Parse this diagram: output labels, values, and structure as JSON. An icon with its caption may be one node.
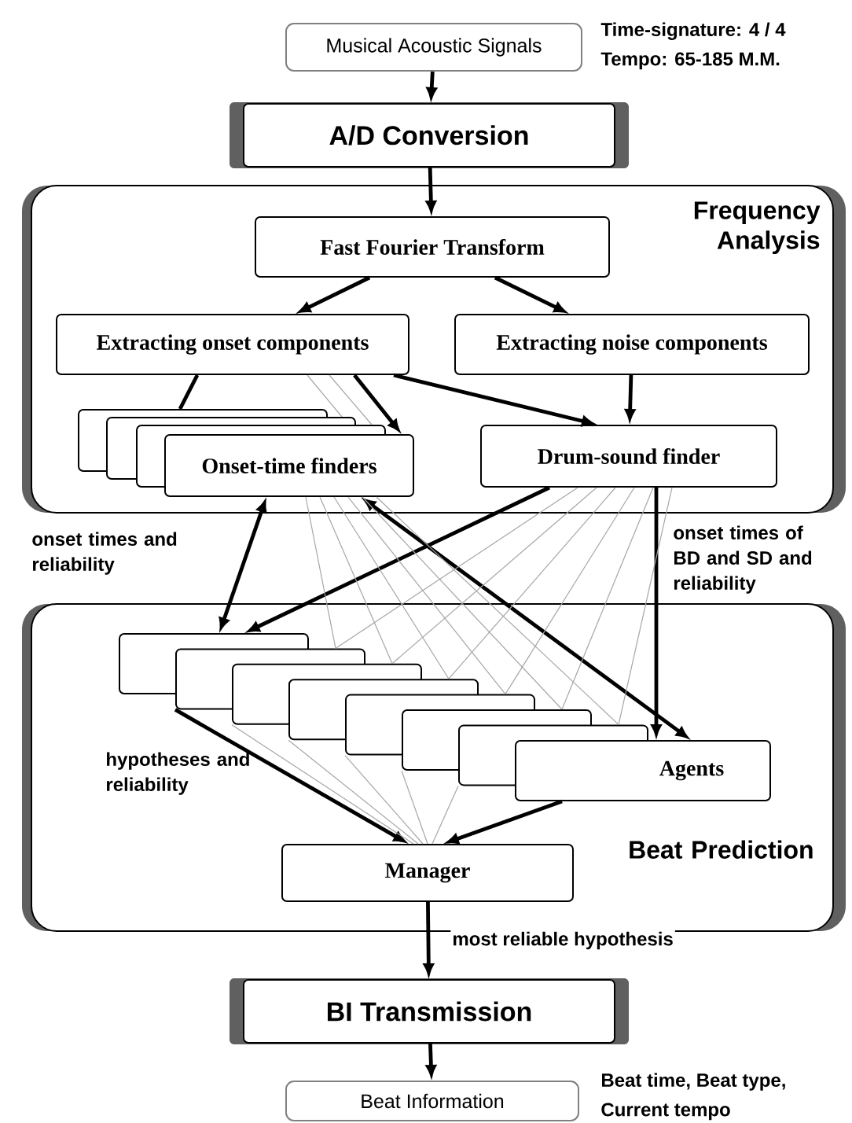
{
  "diagram": {
    "nodes": [
      {
        "text": [
          "Musical Acoustic Signals"
        ],
        "beside": [
          "Time-signature: 4 / 4",
          "Tempo: 65-185 M.M."
        ]
      },
      {
        "text": [
          "A/D Conversion"
        ]
      },
      {
        "text": [
          "Frequency Analysis"
        ]
      },
      {
        "text": [
          "Fast Fourier Transform"
        ],
        "in": 2
      },
      {
        "text": [
          "Extracting onset components"
        ],
        "in": 2
      },
      {
        "text": [
          "Extracting noise components"
        ],
        "in": 2
      },
      {
        "text": [],
        "shape": "box",
        "in": 2
      },
      {
        "text": [],
        "shape": "box",
        "in": 2
      },
      {
        "text": [],
        "shape": "box",
        "in": 2
      },
      {
        "text": [
          "Onset-time finders"
        ],
        "in": 2
      },
      {
        "text": [
          "Drum-sound finder"
        ],
        "in": 2
      },
      {
        "text": [
          "Beat Prediction"
        ]
      },
      {
        "text": [],
        "shape": "box",
        "in": 11
      },
      {
        "text": [],
        "shape": "box",
        "in": 11
      },
      {
        "text": [],
        "shape": "box",
        "in": 11
      },
      {
        "text": [],
        "shape": "box",
        "in": 11
      },
      {
        "text": [],
        "shape": "box",
        "in": 11
      },
      {
        "text": [],
        "shape": "box",
        "in": 11
      },
      {
        "text": [],
        "shape": "box",
        "in": 11
      },
      {
        "text": [
          "Agents"
        ],
        "in": 11
      },
      {
        "text": [
          "Manager"
        ],
        "in": 11
      },
      {
        "text": [
          "BI Transmission"
        ]
      },
      {
        "text": [
          "Beat Information"
        ],
        "beside": [
          "Beat time, Beat type,",
          "Current tempo"
        ]
      }
    ],
    "edges": [
      {
        "from": 0,
        "to": 1,
        "arrow": "to",
        "style": "thick",
        "color": "#000000"
      },
      {
        "from": 1,
        "to": 3,
        "arrow": "to",
        "style": "thick",
        "color": "#000000"
      },
      {
        "from": 3,
        "to": 4,
        "arrow": "to",
        "style": "thick",
        "color": "#000000"
      },
      {
        "from": 3,
        "to": 5,
        "arrow": "to",
        "style": "thick",
        "color": "#000000"
      },
      {
        "from": 4,
        "to": 6,
        "arrow": "none",
        "style": "thick",
        "color": "#000000"
      },
      {
        "from": 4,
        "to": 7,
        "arrow": "none"
      },
      {
        "from": 4,
        "to": 8,
        "arrow": "none"
      },
      {
        "from": 4,
        "to": 9,
        "arrow": "to",
        "style": "thick",
        "color": "#000000"
      },
      {
        "from": 4,
        "to": 10,
        "arrow": "to",
        "style": "thick",
        "color": "#000000"
      },
      {
        "from": 5,
        "to": 10,
        "arrow": "to",
        "style": "thick",
        "color": "#000000"
      },
      {
        "from": 9,
        "to": 12,
        "arrow": "both",
        "style": "thick",
        "color": "#000000"
      },
      {
        "from": 19,
        "to": 9,
        "arrow": "both",
        "style": "thick",
        "color": "#000000"
      },
      {
        "from": 10,
        "to": 12,
        "arrow": "to",
        "style": "thick",
        "color": "#000000"
      },
      {
        "from": 10,
        "to": 19,
        "arrow": "to",
        "style": "thick",
        "color": "#000000"
      },
      {
        "from": 9,
        "to": 13,
        "arrow": "none"
      },
      {
        "from": 9,
        "to": 14,
        "arrow": "none"
      },
      {
        "from": 9,
        "to": 15,
        "arrow": "none"
      },
      {
        "from": 9,
        "to": 16,
        "arrow": "none"
      },
      {
        "from": 9,
        "to": 17,
        "arrow": "none"
      },
      {
        "from": 9,
        "to": 18,
        "arrow": "none"
      },
      {
        "from": 10,
        "to": 13,
        "arrow": "none"
      },
      {
        "from": 10,
        "to": 14,
        "arrow": "none"
      },
      {
        "from": 10,
        "to": 15,
        "arrow": "none"
      },
      {
        "from": 10,
        "to": 16,
        "arrow": "none"
      },
      {
        "from": 10,
        "to": 17,
        "arrow": "none"
      },
      {
        "from": 10,
        "to": 18,
        "arrow": "none"
      },
      {
        "from": 13,
        "to": 20,
        "arrow": "to",
        "style": "thick",
        "color": "#000000"
      },
      {
        "from": 14,
        "to": 20,
        "arrow": "none"
      },
      {
        "from": 15,
        "to": 20,
        "arrow": "none"
      },
      {
        "from": 16,
        "to": 20,
        "arrow": "none"
      },
      {
        "from": 17,
        "to": 20,
        "arrow": "none"
      },
      {
        "from": 18,
        "to": 20,
        "arrow": "none"
      },
      {
        "from": 19,
        "to": 20,
        "arrow": "to",
        "style": "thick",
        "color": "#000000"
      },
      {
        "from": 20,
        "to": 21,
        "arrow": "to",
        "style": "thick",
        "color": "#000000",
        "label": "most reliable hypothesis"
      },
      {
        "from": 21,
        "to": 22,
        "arrow": "to",
        "style": "thick",
        "color": "#000000"
      }
    ],
    "labels": [
      "onset times and reliability",
      "onset times of BD and SD and reliability",
      "hypotheses and reliability"
    ]
  }
}
